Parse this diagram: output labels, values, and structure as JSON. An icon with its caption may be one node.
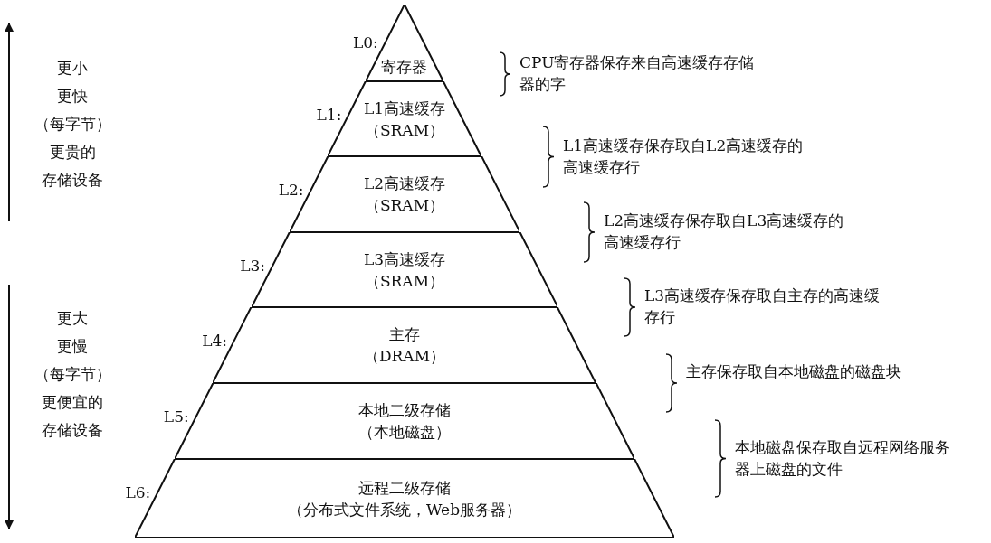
{
  "diagram": {
    "nodes": [
      {
        "text": [
          "寄存器"
        ],
        "beside": [
          "L0:"
        ]
      },
      {
        "text": [
          "L1高速缓存",
          "（SRAM）"
        ],
        "beside": [
          "L1:"
        ]
      },
      {
        "text": [
          "L2高速缓存",
          "（SRAM）"
        ],
        "beside": [
          "L2:"
        ]
      },
      {
        "text": [
          "L3高速缓存",
          "（SRAM）"
        ],
        "beside": [
          "L3:"
        ]
      },
      {
        "text": [
          "主存",
          "（DRAM）"
        ],
        "beside": [
          "L4:"
        ]
      },
      {
        "text": [
          "本地二级存储",
          "（本地磁盘）"
        ],
        "beside": [
          "L5:"
        ]
      },
      {
        "text": [
          "远程二级存储",
          "（分布式文件系统，Web服务器）"
        ],
        "beside": [
          "L6:"
        ]
      }
    ],
    "edges": [],
    "labels": [
      "更小",
      "更快",
      "（每字节）",
      "更贵的",
      "存储设备",
      "CPU寄存器保存来自高速缓存存储器的字",
      "L1高速缓存保存取自L2高速缓存的高速缓存行",
      "L2高速缓存保存取自L3高速缓存的高速缓存行",
      "L3高速缓存保存取自主存的高速缓存行",
      "主存保存取自本地磁盘的磁盘块",
      "本地磁盘保存取自远程网络服务器上磁盘的文件",
      "更大",
      "更慢",
      "（每字节）",
      "更便宜的",
      "存储设备"
    ]
  }
}
